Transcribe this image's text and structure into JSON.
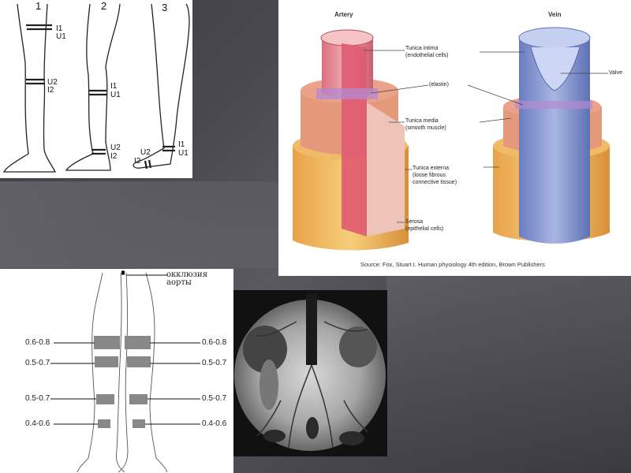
{
  "legs_panel": {
    "numbers": [
      "1",
      "2",
      "3"
    ],
    "leg1": {
      "upper": [
        "I1",
        "U1"
      ],
      "lower": [
        "U2",
        "I2"
      ]
    },
    "leg2": {
      "upper": [
        "I1",
        "U1"
      ],
      "lower": [
        "U2",
        "I2"
      ]
    },
    "leg3": {
      "upper": [
        "I1",
        "U1"
      ],
      "lower": [
        "U2",
        "I2"
      ]
    }
  },
  "vessels_panel": {
    "artery_title": "Artery",
    "vein_title": "Vein",
    "labels": {
      "intima": "Tunica intima",
      "intima_sub": "(endothelial cells)",
      "elastin": "(elastin)",
      "media": "Tunica media",
      "media_sub": "(smooth muscle)",
      "externa": "Tunica externa",
      "externa_sub1": "(loose fibrous",
      "externa_sub2": "connective tissue)",
      "serosa": "Serosa",
      "serosa_sub": "(epithelial cells)",
      "valve": "Valve"
    },
    "source": "Source: Fox, Stuart I. Human physiology 4th edition, Brown Publishers"
  },
  "stenosis_panel": {
    "title_line1": "окклюзия",
    "title_line2": "аорты",
    "left_values": [
      "0.6-0.8",
      "0.5-0.7",
      "0.5-0.7",
      "0.4-0.6"
    ],
    "right_values": [
      "0.6-0.8",
      "0.5-0.7",
      "0.5-0.7",
      "0.4-0.6"
    ]
  },
  "colors": {
    "artery_pink": "#e98a96",
    "artery_orange": "#f0b458",
    "vein_blue": "#7f92cf",
    "background": "#47464c"
  }
}
